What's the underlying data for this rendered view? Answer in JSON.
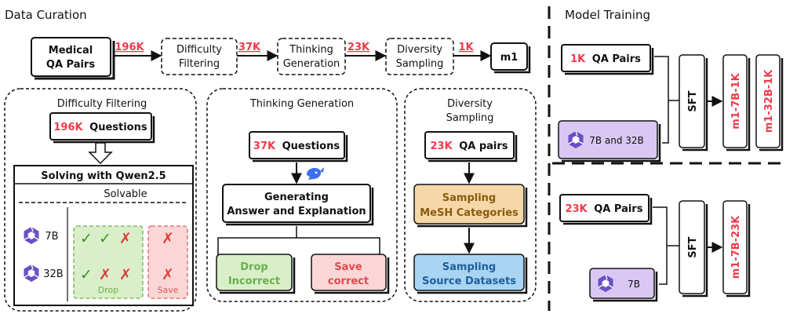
{
  "left_title": "Data Curation",
  "right_title": "Model Training",
  "pipeline": {
    "source_line1": "Medical",
    "source_line2": "QA Pairs",
    "stage1_line1": "Difficulty",
    "stage1_line2": "Filtering",
    "stage2_line1": "Thinking",
    "stage2_line2": "Generation",
    "stage3_line1": "Diversity",
    "stage3_line2": "Sampling",
    "output": "m1",
    "count1": "196K",
    "count2": "37K",
    "count3": "23K",
    "count4": "1K"
  },
  "difficulty": {
    "title": "Difficulty Filtering",
    "questions_count": "196K",
    "questions_label": "Questions",
    "solver_title": "Solving with Qwen2.5",
    "solvable_label": "Solvable",
    "model_a": "7B",
    "model_b": "32B",
    "drop_label": "Drop",
    "save_label": "Save",
    "check": "✓",
    "cross": "✗"
  },
  "thinking": {
    "title": "Thinking Generation",
    "questions_count": "37K",
    "questions_label": "Questions",
    "generating_line1": "Generating",
    "generating_line2": "Answer and Explanation",
    "drop_line1": "Drop",
    "drop_line2": "Incorrect",
    "save_line1": "Save",
    "save_line2": "correct"
  },
  "diversity": {
    "title_line1": "Diversity",
    "title_line2": "Sampling",
    "pairs_count": "23K",
    "pairs_label": "QA pairs",
    "mesh_line1": "Sampling",
    "mesh_line2": "MeSH Categories",
    "source_line1": "Sampling",
    "source_line2": "Source Datasets"
  },
  "training_top": {
    "pairs_count": "1K",
    "pairs_label": "QA Pairs",
    "base_models": "7B and 32B",
    "method": "SFT",
    "model1": "m1-7B-1K",
    "model2": "m1-32B-1K"
  },
  "training_bottom": {
    "pairs_count": "23K",
    "pairs_label": "QA Pairs",
    "base_model": "7B",
    "method": "SFT",
    "model1": "m1-7B-23K"
  },
  "colors": {
    "accent_red": "#f03a4a",
    "green_fill": "#d9efc9",
    "green_text": "#6ab04c",
    "red_fill": "#fbd6d6",
    "orange_fill": "#f6d7a8",
    "blue_fill": "#a9d4f2",
    "purple_fill": "#d9c8f2",
    "qwen_purple": "#6a4fc8"
  },
  "icons": {
    "qwen_logo": "qwen-logo-icon",
    "whale_logo": "deepseek-whale-icon"
  }
}
